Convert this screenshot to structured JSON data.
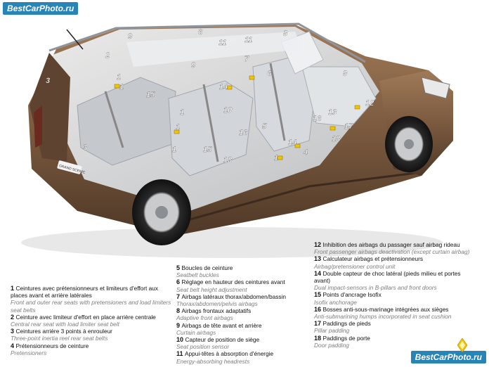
{
  "watermark_top": "BestCarPhoto.ru",
  "watermark_bottom": "BestCarPhoto.ru",
  "rear_badge": "GRAND SCENIC",
  "colors": {
    "body": "#7b5a3f",
    "interior": "#d9dcdf",
    "airbag": "#e9ecef",
    "accent": "#f2c400"
  },
  "callouts": [
    "1",
    "1",
    "1",
    "1",
    "1",
    "1",
    "2",
    "3",
    "3",
    "4",
    "5",
    "6",
    "6",
    "7",
    "8",
    "8",
    "9",
    "9",
    "10",
    "11",
    "11",
    "12",
    "13",
    "14",
    "14",
    "15",
    "15",
    "16",
    "16",
    "17",
    "18",
    "18"
  ],
  "legend": {
    "col1": [
      {
        "num": "1",
        "fr": "Ceintures avec prétensionneurs et limiteurs d'effort aux places avant et arrière latérales",
        "en": "Front and outer rear seats with pretensioners and load limiters seat belts"
      },
      {
        "num": "2",
        "fr": "Ceinture avec limiteur d'effort en place arrière centrale",
        "en": "Central rear seat with load limiter seat belt"
      },
      {
        "num": "3",
        "fr": "Ceintures arrière 3 points à enrouleur",
        "en": "Three-point inertia reel rear seat belts"
      },
      {
        "num": "4",
        "fr": "Prétensionneurs de ceinture",
        "en": "Pretensioners"
      }
    ],
    "col2": [
      {
        "num": "5",
        "fr": "Boucles de ceinture",
        "en": "Seatbelt buckles"
      },
      {
        "num": "6",
        "fr": "Réglage en hauteur des ceintures avant",
        "en": "Seat belt height adjustment"
      },
      {
        "num": "7",
        "fr": "Airbags latéraux thorax/abdomen/bassin",
        "en": "Thorax/abdomen/pelvis airbags"
      },
      {
        "num": "8",
        "fr": "Airbags frontaux adaptatifs",
        "en": "Adaptive front airbags"
      },
      {
        "num": "9",
        "fr": "Airbags de tête avant et arrière",
        "en": "Curtain airbags"
      },
      {
        "num": "10",
        "fr": "Capteur de position de siège",
        "en": "Seat position sensor"
      },
      {
        "num": "11",
        "fr": "Appui-têtes à absorption d'énergie",
        "en": "Energy-absorbing headrests"
      }
    ],
    "col3": [
      {
        "num": "12",
        "fr": "Inhibition des airbags du passager sauf airbag rideau",
        "en": "Front passenger airbags deactivation (except curtain airbag)"
      },
      {
        "num": "13",
        "fr": "Calculateur airbags et prétensionneurs",
        "en": "Airbag/pretensioner control unit"
      },
      {
        "num": "14",
        "fr": "Double capteur de choc latéral (pieds milieu et portes avant)",
        "en": "Dual impact-sensors in B-pillars and front doors"
      },
      {
        "num": "15",
        "fr": "Points d'ancrage Isofix",
        "en": "Isofix anchorage"
      },
      {
        "num": "16",
        "fr": "Bosses anti-sous-marinage intégrées aux sièges",
        "en": "Anti-submarining humps incorporated in seat cushion"
      },
      {
        "num": "17",
        "fr": "Paddings de pieds",
        "en": "Pillar padding"
      },
      {
        "num": "18",
        "fr": "Paddings de porte",
        "en": "Door padding"
      }
    ]
  }
}
